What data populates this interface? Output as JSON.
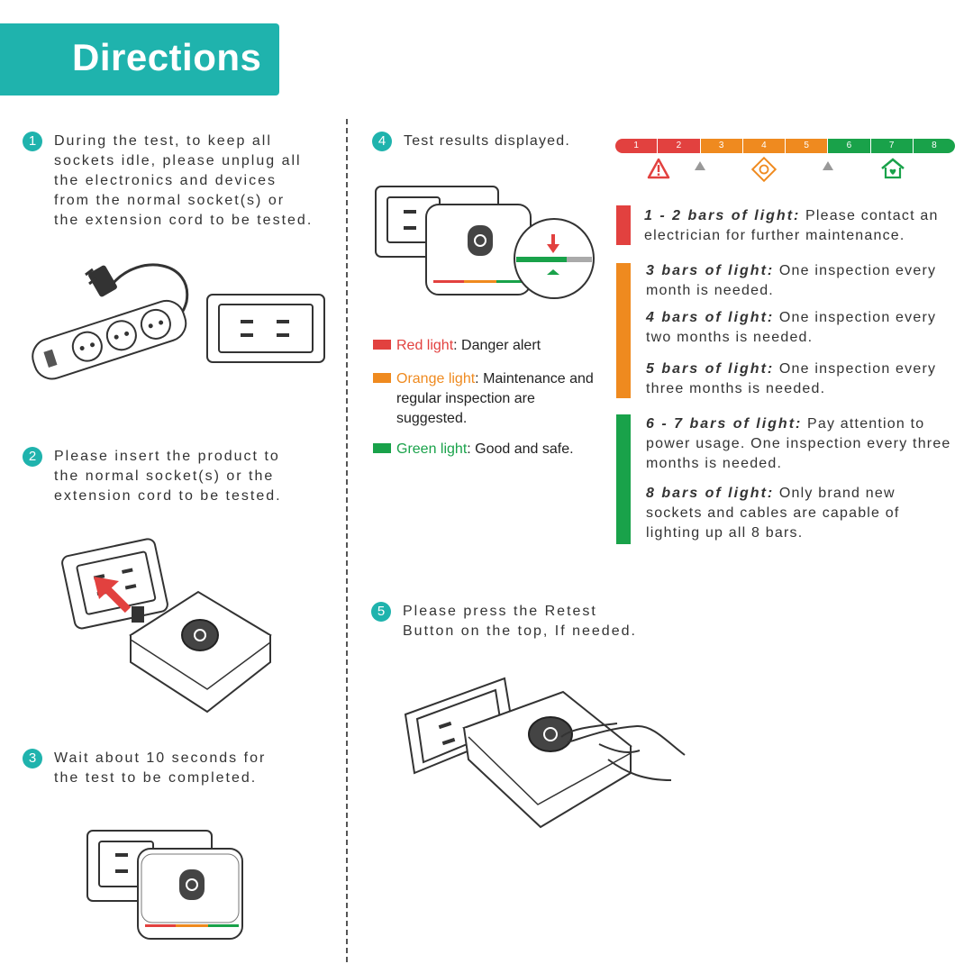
{
  "header": {
    "title": "Directions"
  },
  "steps": [
    {
      "num": "1",
      "text": "During the test, to keep all\nsockets idle, please unplug all\nthe electronics and devices\nfrom the normal socket(s) or\nthe extension cord to be tested."
    },
    {
      "num": "2",
      "text": "Please insert the product to\nthe normal socket(s) or the\nextension cord to be tested."
    },
    {
      "num": "3",
      "text": "Wait about 10 seconds for\nthe test to be completed."
    },
    {
      "num": "4",
      "text": "Test results displayed."
    },
    {
      "num": "5",
      "text": "Please press the Retest\nButton on the top, If needed."
    }
  ],
  "legend": [
    {
      "label": "Red light",
      "desc": ": Danger alert",
      "color": "#e2413f"
    },
    {
      "label": "Orange light",
      "desc": ": Maintenance and regular inspection are suggested.",
      "color": "#ef8a1f"
    },
    {
      "label": "Green light",
      "desc": ": Good and safe.",
      "color": "#19a24a"
    }
  ],
  "scale": {
    "segments": [
      "1",
      "2",
      "3",
      "4",
      "5",
      "6",
      "7",
      "8"
    ],
    "colors": [
      "#e2413f",
      "#e2413f",
      "#ef8a1f",
      "#ef8a1f",
      "#ef8a1f",
      "#19a24a",
      "#19a24a",
      "#19a24a"
    ],
    "icons": [
      "warning-icon",
      "shield-icon",
      "home-heart-icon"
    ]
  },
  "results": [
    {
      "title": "1 - 2 bars of light:",
      "desc": " Please contact an electrician for further maintenance."
    },
    {
      "title": "3 bars of light:",
      "desc": " One inspection every month is needed."
    },
    {
      "title": "4 bars of light:",
      "desc": " One inspection every two months is needed."
    },
    {
      "title": "5 bars of light:",
      "desc": " One inspection every three months is needed."
    },
    {
      "title": "6 - 7 bars of light:",
      "desc": " Pay attention to power usage. One inspection every three months is needed."
    },
    {
      "title": "8 bars of light:",
      "desc": " Only brand new sockets and cables are capable of lighting up all 8 bars."
    }
  ],
  "colors": {
    "accent": "#1fb3ad",
    "red": "#e2413f",
    "orange": "#ef8a1f",
    "green": "#19a24a"
  }
}
